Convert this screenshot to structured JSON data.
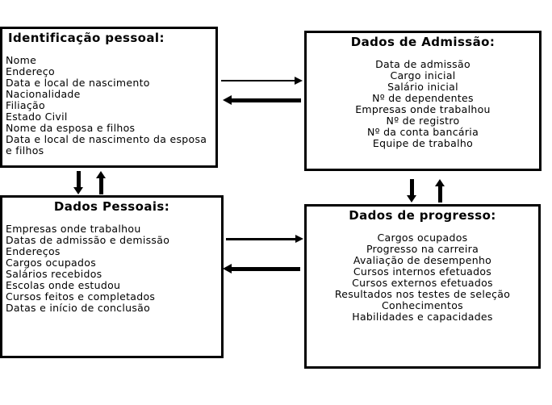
{
  "diagram": {
    "background": "#ffffff",
    "border_color": "#000000",
    "text_color": "#000000",
    "boxes": {
      "identificacao": {
        "title": "Identificação pessoal:",
        "items": [
          "Nome",
          "Endereço",
          "Data e local de nascimento",
          "Nacionalidade",
          "Filiação",
          "Estado Civil",
          "Nome da esposa e filhos",
          "Data e local de nascimento da esposa e filhos"
        ]
      },
      "admissao": {
        "title": "Dados de Admissão:",
        "items": [
          "Data de admissão",
          "Cargo inicial",
          "Salário inicial",
          "Nº de dependentes",
          "Empresas onde trabalhou",
          "Nº de registro",
          "Nº da conta bancária",
          "Equipe de trabalho"
        ]
      },
      "pessoais": {
        "title": "Dados Pessoais:",
        "items": [
          "Empresas onde trabalhou",
          "Datas de admissão e demissão",
          "Endereços",
          "Cargos ocupados",
          "Salários recebidos",
          "Escolas onde estudou",
          "Cursos feitos e completados",
          "Datas e início de conclusão"
        ]
      },
      "progresso": {
        "title": "Dados de progresso:",
        "items": [
          "Cargos ocupados",
          "Progresso na carreira",
          "Avaliação de desempenho",
          "Cursos internos efetuados",
          "Cursos externos efetuados",
          "Resultados nos testes de seleção",
          "Conhecimentos",
          "Habilidades e capacidades"
        ]
      }
    },
    "connections": [
      {
        "from": "identificacao",
        "to": "admissao",
        "direction": "right"
      },
      {
        "from": "admissao",
        "to": "identificacao",
        "direction": "left"
      },
      {
        "from": "identificacao",
        "to": "pessoais",
        "direction": "down"
      },
      {
        "from": "pessoais",
        "to": "identificacao",
        "direction": "up"
      },
      {
        "from": "admissao",
        "to": "progresso",
        "direction": "down"
      },
      {
        "from": "progresso",
        "to": "admissao",
        "direction": "up"
      },
      {
        "from": "pessoais",
        "to": "progresso",
        "direction": "right"
      },
      {
        "from": "progresso",
        "to": "pessoais",
        "direction": "left"
      }
    ]
  }
}
